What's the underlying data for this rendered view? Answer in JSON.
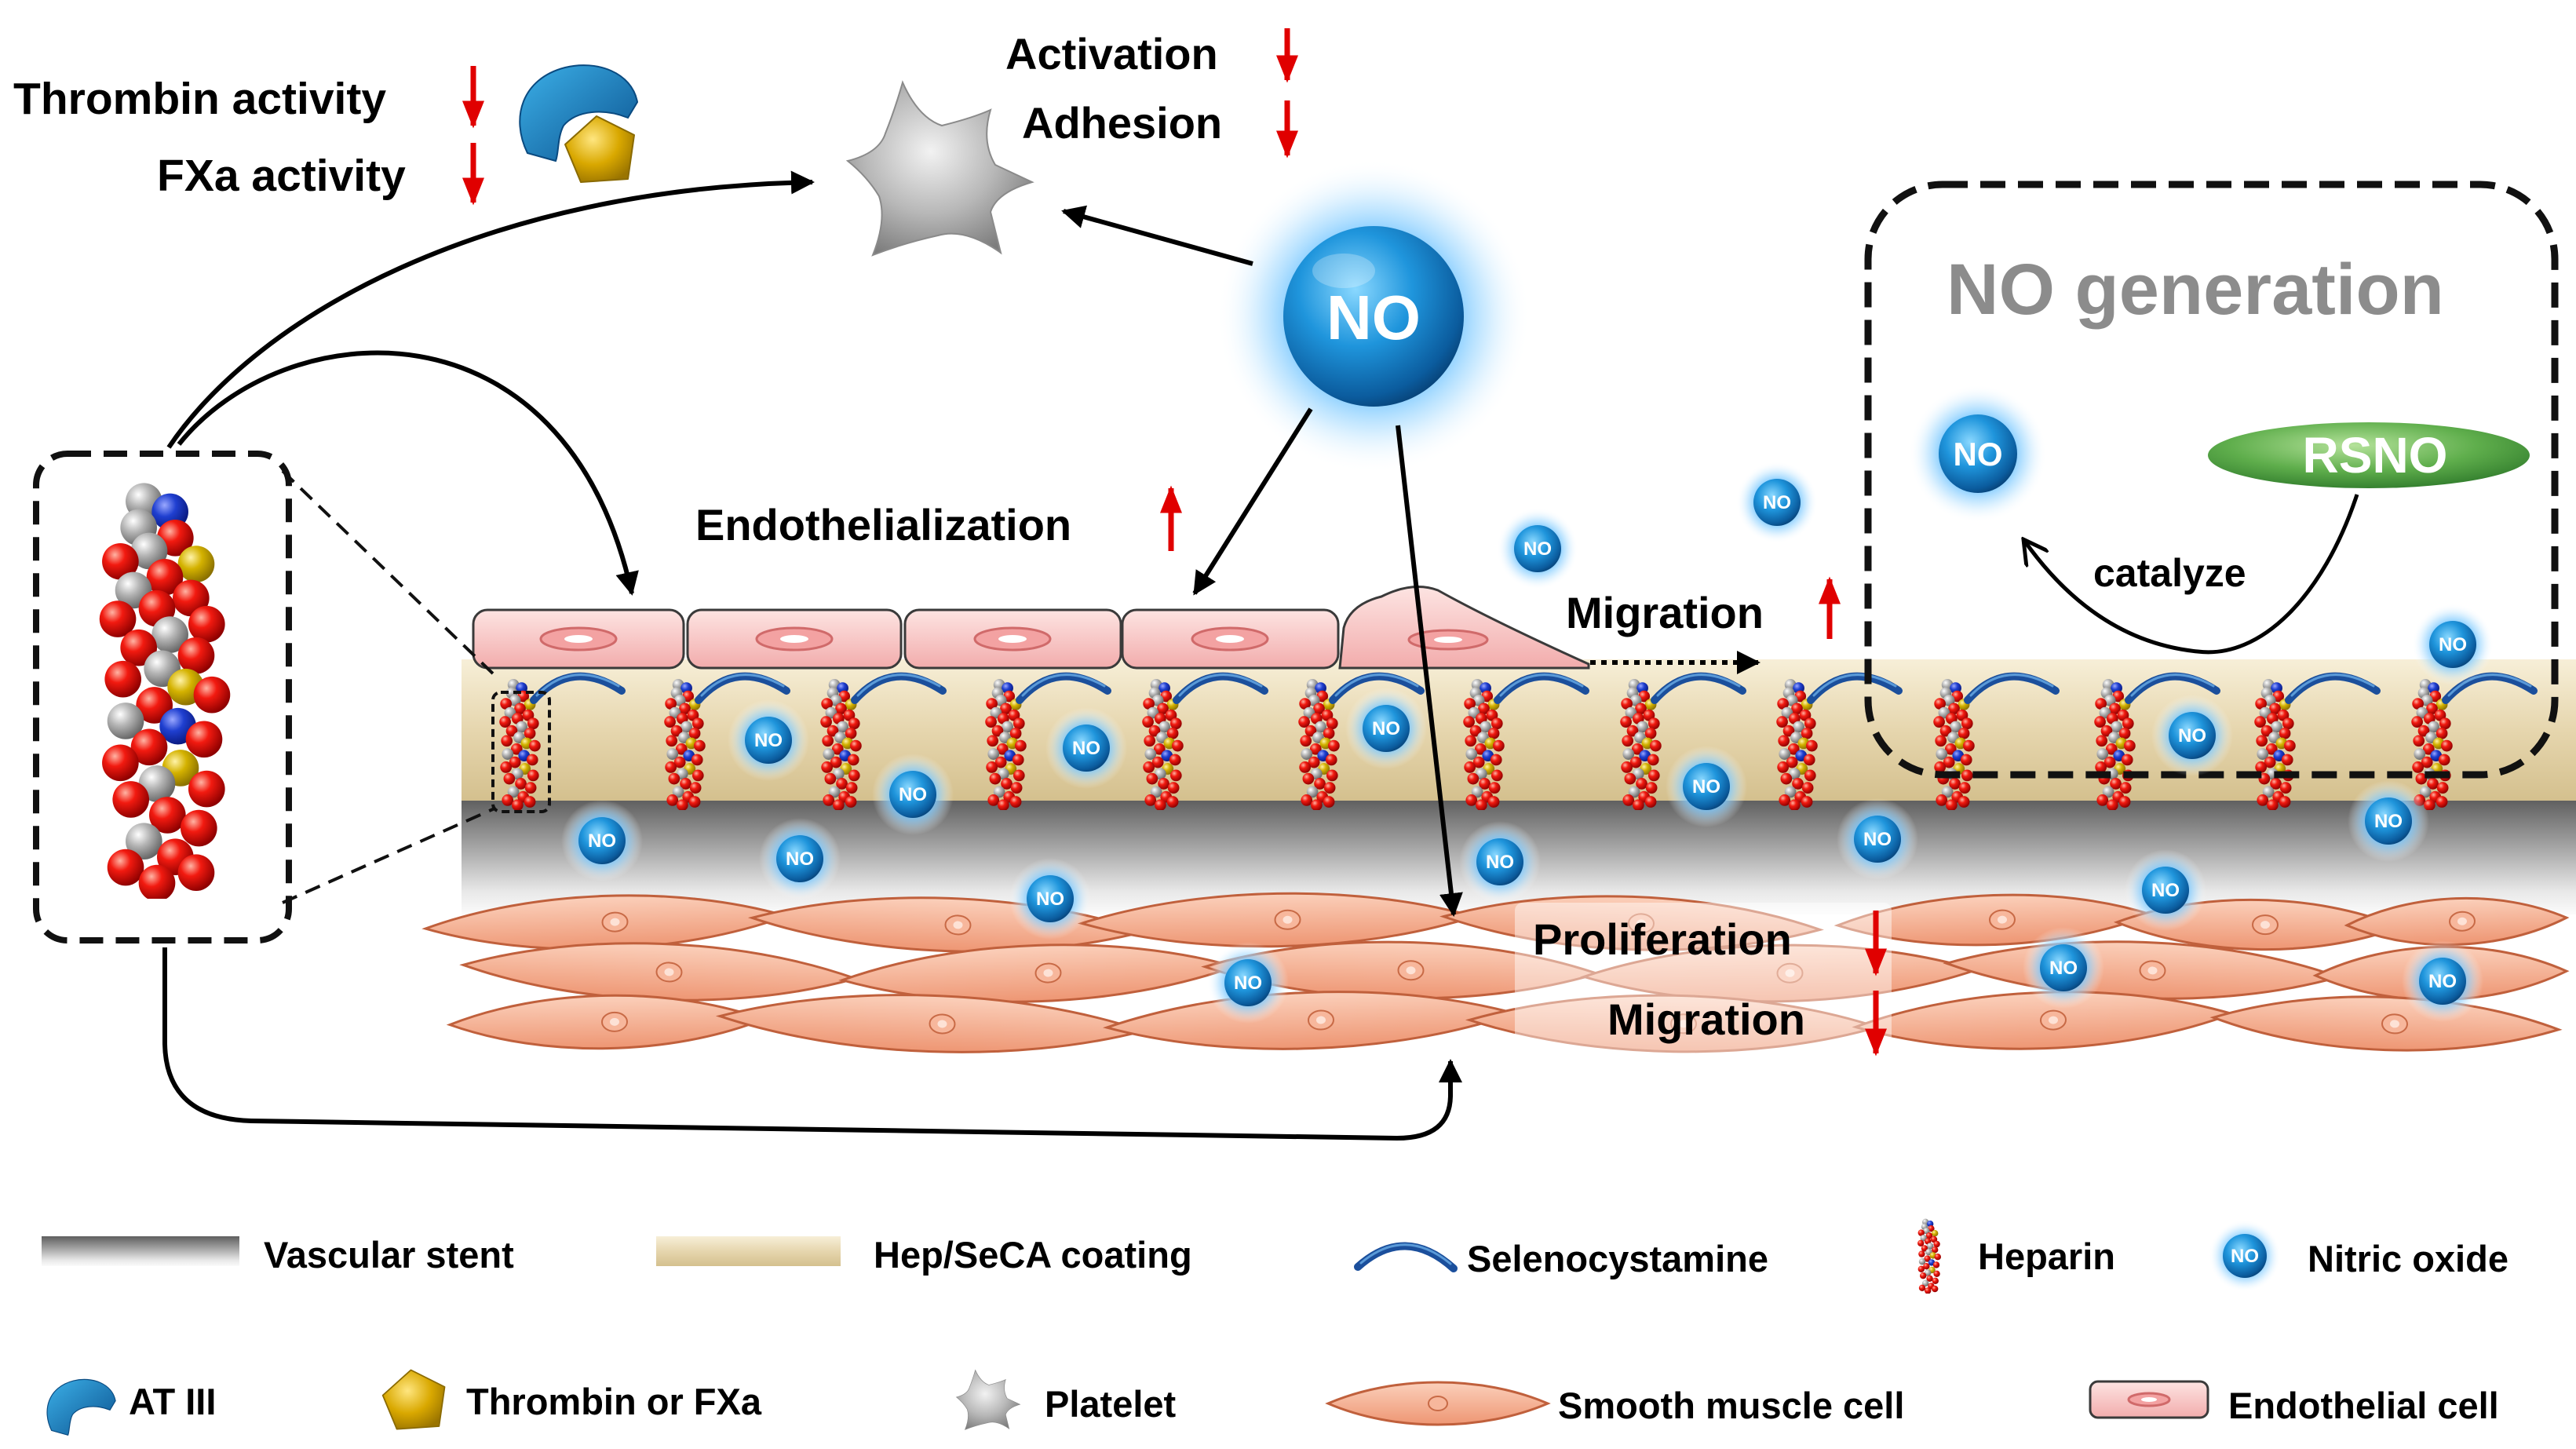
{
  "labels": {
    "thrombin_activity": "Thrombin activity",
    "fxa_activity": "FXa activity",
    "activation": "Activation",
    "adhesion": "Adhesion",
    "endothelialization": "Endothelialization",
    "ec_migration": "Migration",
    "proliferation": "Proliferation",
    "smc_migration": "Migration",
    "no_generation": "NO generation",
    "catalyze": "catalyze",
    "rsno": "RSNO",
    "no": "NO"
  },
  "trend_arrows": {
    "thrombin_activity": "red-down-arrow-icon",
    "fxa_activity": "red-down-arrow-icon",
    "activation": "red-down-arrow-icon",
    "adhesion": "red-down-arrow-icon",
    "endothelialization": "red-up-arrow-icon",
    "ec_migration": "red-up-arrow-icon",
    "proliferation": "red-down-arrow-icon",
    "smc_migration": "red-down-arrow-icon"
  },
  "legend": {
    "items": [
      {
        "label": "Vascular stent",
        "icon": "vascular-stent-icon"
      },
      {
        "label": "Hep/SeCA coating",
        "icon": "hep-seca-coating-icon"
      },
      {
        "label": "Selenocystamine",
        "icon": "selenocystamine-icon"
      },
      {
        "label": "Heparin",
        "icon": "heparin-icon"
      },
      {
        "label": "Nitric oxide",
        "icon": "nitric-oxide-icon"
      },
      {
        "label": "AT III",
        "icon": "at-iii-icon"
      },
      {
        "label": "Thrombin or FXa",
        "icon": "thrombin-icon"
      },
      {
        "label": "Platelet",
        "icon": "platelet-icon"
      },
      {
        "label": "Smooth muscle cell",
        "icon": "smooth-muscle-cell-icon"
      },
      {
        "label": "Endothelial cell",
        "icon": "endothelial-cell-icon"
      }
    ]
  },
  "colors": {
    "trend_arrow": "#e00000",
    "nitric_oxide": "#1f95dc",
    "rsno": "#5aa84a",
    "no_generation_title": "#8c8c8c",
    "endothelial_cell": "#f4b4b4",
    "smooth_muscle_cell": "#f4a98a",
    "selenocystamine": "#1b4f9c",
    "coating": "#e3d3aa",
    "stent": "#8a8a8a",
    "at_iii": "#1f7fc4",
    "thrombin": "#d9a800"
  }
}
